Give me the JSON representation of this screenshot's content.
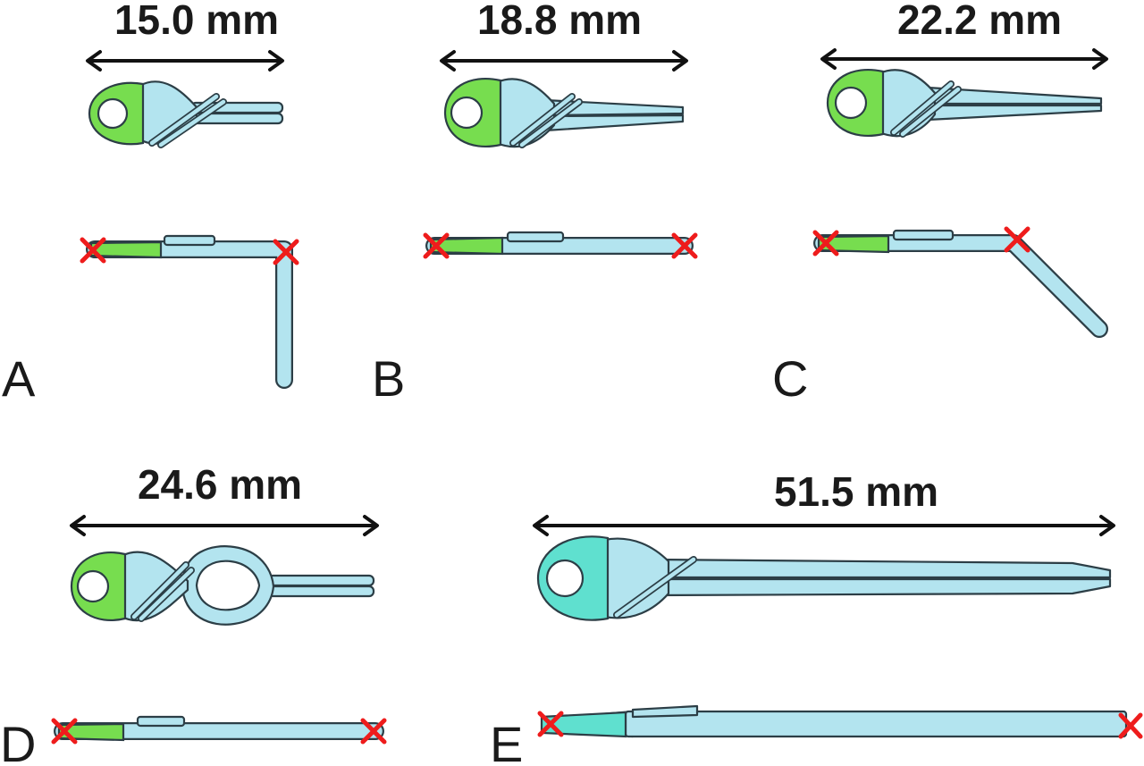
{
  "panels": [
    {
      "letter": "A",
      "dimension": "15.0 mm"
    },
    {
      "letter": "B",
      "dimension": "18.8 mm"
    },
    {
      "letter": "C",
      "dimension": "22.2 mm"
    },
    {
      "letter": "D",
      "dimension": "24.6 mm"
    },
    {
      "letter": "E",
      "dimension": "51.5 mm"
    }
  ],
  "colors": {
    "device_body": "#b3e4ef",
    "eyelet_green": "#77dd4f",
    "eyelet_teal": "#5fe0cf",
    "marker_red": "#ee1c1c",
    "outline": "#2c3e46"
  },
  "icons": {
    "marker": "red-x-marker",
    "dimension": "double-headed-arrow"
  }
}
